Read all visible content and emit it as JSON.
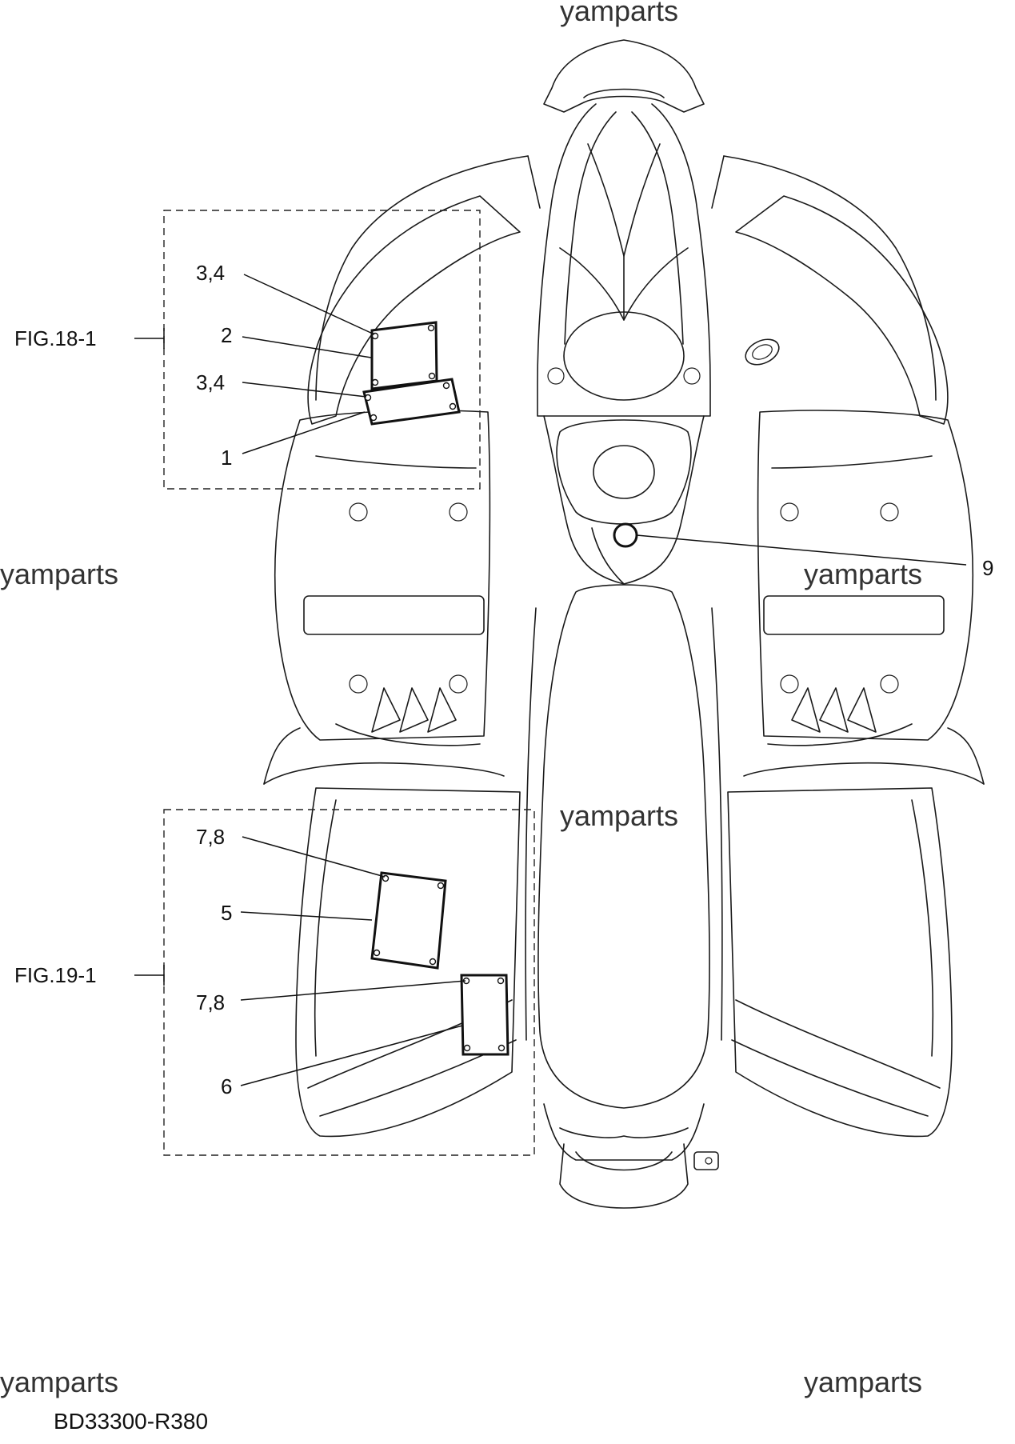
{
  "watermarks": [
    "yamparts",
    "yamparts",
    "yamparts",
    "yamparts",
    "yamparts",
    "yamparts"
  ],
  "figure_refs": {
    "fig18": "FIG.18-1",
    "fig19": "FIG.19-1"
  },
  "callouts": {
    "c34_top": "3,4",
    "c2": "2",
    "c34_mid": "3,4",
    "c1": "1",
    "c9": "9",
    "c78_top": "7,8",
    "c5": "5",
    "c78_low": "7,8",
    "c6": "6"
  },
  "drawing_code": "BD33300-R380"
}
